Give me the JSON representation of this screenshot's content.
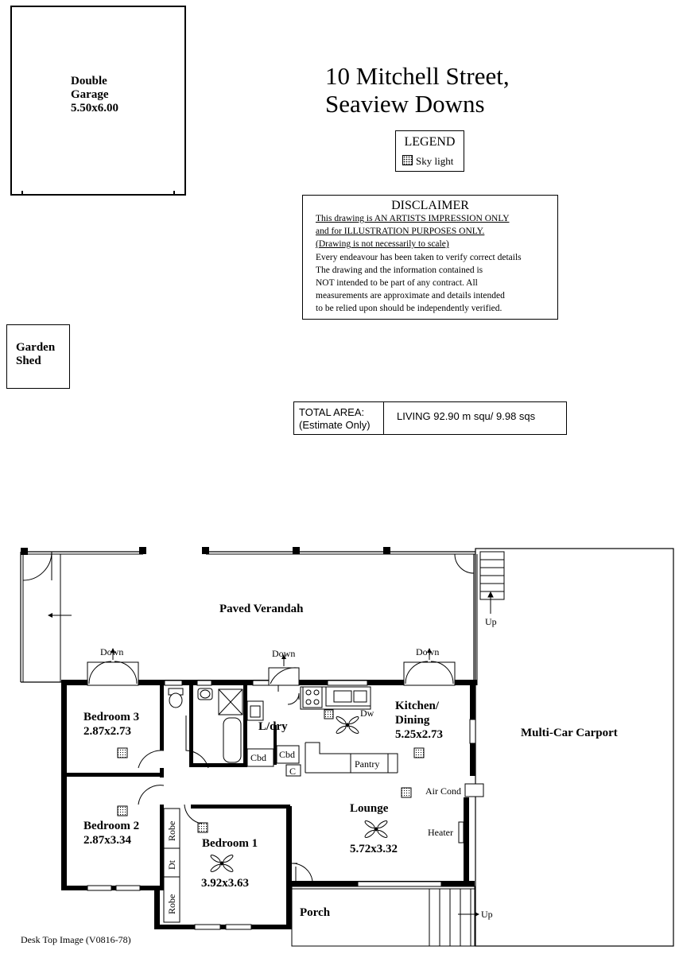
{
  "header": {
    "title_line1": "10 Mitchell Street,",
    "title_line2": "Seaview Downs"
  },
  "legend": {
    "heading": "LEGEND",
    "sky_light_label": "Sky light"
  },
  "disclaimer": {
    "heading": "DISCLAIMER",
    "lines": [
      "This drawing is AN ARTISTS IMPRESSION ONLY",
      "and for ILLUSTRATION PURPOSES ONLY.",
      "(Drawing is not necessarily to scale)",
      "Every endeavour has been taken to verify correct details",
      "The drawing and the information contained is",
      "NOT intended to be part of any contract.  All",
      "measurements are approximate and details intended",
      "to be relied upon should be independently verified."
    ]
  },
  "total_area": {
    "label_line1": "TOTAL AREA:",
    "label_line2": "(Estimate Only)",
    "value": "LIVING  92.90 m squ/ 9.98 sqs"
  },
  "outbuildings": {
    "garage_line1": "Double",
    "garage_line2": "Garage",
    "garage_dims": "5.50x6.00",
    "shed_line1": "Garden",
    "shed_line2": "Shed"
  },
  "rooms": {
    "verandah": "Paved Verandah",
    "carport": "Multi-Car Carport",
    "bedroom3_name": "Bedroom 3",
    "bedroom3_dims": "2.87x2.73",
    "bedroom2_name": "Bedroom 2",
    "bedroom2_dims": "2.87x3.34",
    "bedroom1_name": "Bedroom 1",
    "bedroom1_dims": "3.92x3.63",
    "laundry": "L/dry",
    "kitchen_line1": "Kitchen/",
    "kitchen_line2": "Dining",
    "kitchen_dims": "5.25x2.73",
    "lounge_name": "Lounge",
    "lounge_dims": "5.72x3.32",
    "porch": "Porch"
  },
  "fixtures": {
    "down": "Down",
    "up": "Up",
    "dw": "Dw",
    "cbd": "Cbd",
    "c": "C",
    "pantry": "Pantry",
    "air_cond": "Air Cond",
    "heater": "Heater",
    "robe": "Robe",
    "dt": "Dt"
  },
  "footer": {
    "caption": "Desk Top Image  (V0816-78)"
  }
}
